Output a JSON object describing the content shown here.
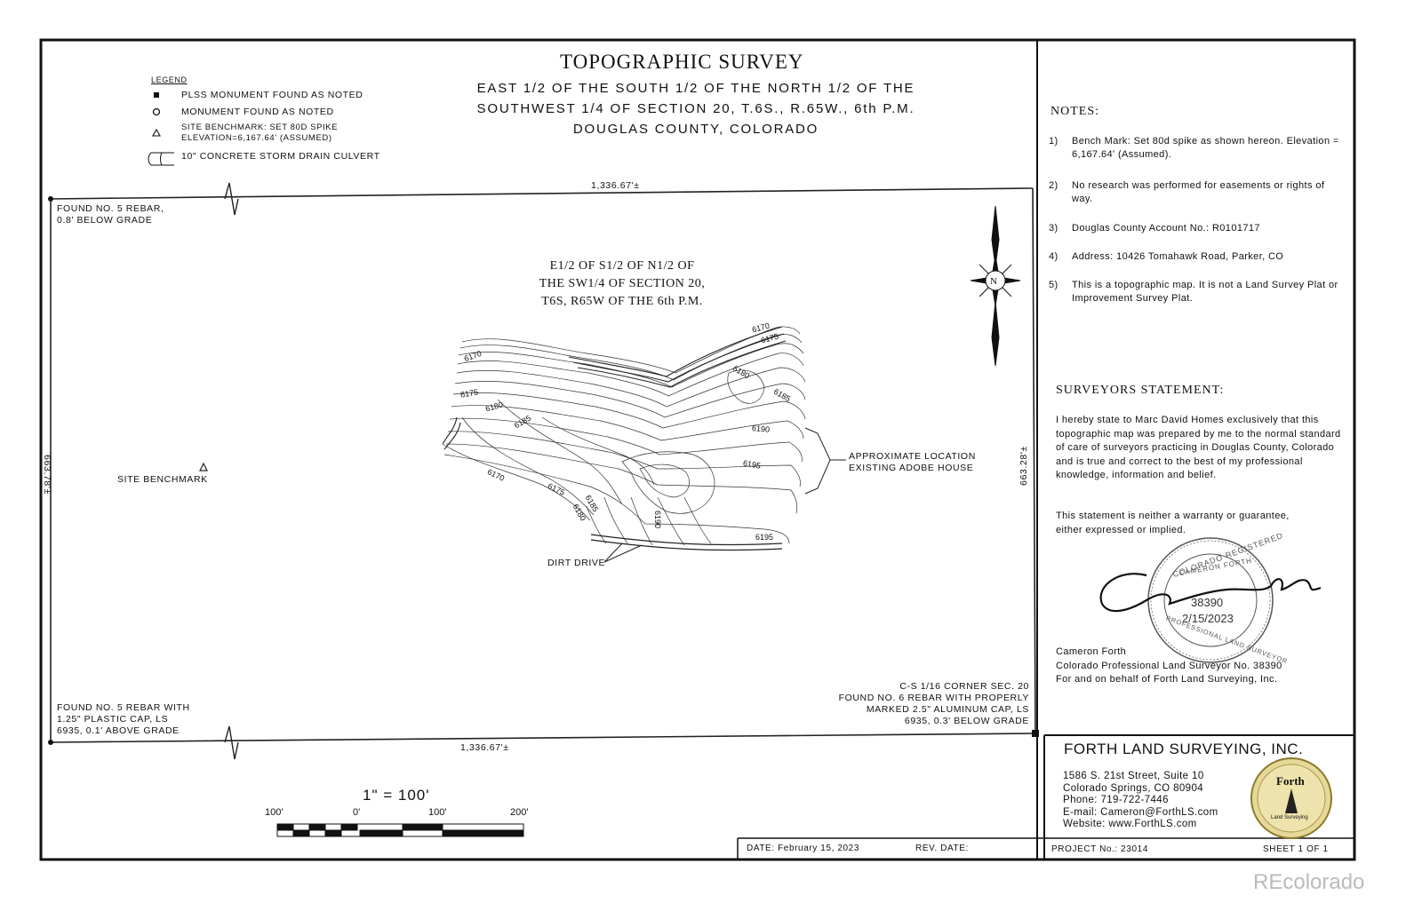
{
  "header": {
    "title": "TOPOGRAPHIC SURVEY",
    "subtitle_lines": [
      "EAST 1/2 OF THE SOUTH 1/2 OF THE NORTH 1/2 OF THE",
      "SOUTHWEST 1/4 OF SECTION 20, T.6S., R.65W., 6th P.M.",
      "DOUGLAS COUNTY, COLORADO"
    ]
  },
  "legend": {
    "heading": "LEGEND",
    "items": [
      {
        "icon": "filled-square-icon",
        "label": "PLSS MONUMENT FOUND AS NOTED"
      },
      {
        "icon": "circle-dot-icon",
        "label": "MONUMENT FOUND AS NOTED"
      },
      {
        "icon": "triangle-icon",
        "label": "SITE BENCHMARK: SET 80D SPIKE",
        "label2": "ELEVATION=6,167.64' (ASSUMED)"
      },
      {
        "icon": "culvert-icon",
        "label": "10\" CONCRETE STORM DRAIN CULVERT"
      }
    ]
  },
  "map": {
    "top_dimension": "1,336.67'±",
    "bottom_dimension": "1,336.67'±",
    "left_dimension": "663.78'±",
    "right_dimension": "663.28'±",
    "parcel_label_lines": [
      "E1/2 OF S1/2 OF N1/2 OF",
      "THE SW1/4 OF SECTION 20,",
      "T6S, R65W OF THE 6th P.M."
    ],
    "nw_corner_note": [
      "FOUND NO. 5 REBAR,",
      "0.8' BELOW GRADE"
    ],
    "sw_corner_note": [
      "FOUND NO. 5 REBAR WITH",
      "1.25\" PLASTIC CAP, LS",
      "6935, 0.1' ABOVE GRADE"
    ],
    "se_corner_note": [
      "C-S 1/16 CORNER SEC. 20",
      "FOUND NO. 6 REBAR WITH PROPERLY",
      "MARKED 2.5\" ALUMINUM CAP, LS",
      "6935, 0.3' BELOW GRADE"
    ],
    "benchmark_label": "SITE BENCHMARK",
    "house_label": [
      "APPROXIMATE LOCATION",
      "EXISTING ADOBE HOUSE"
    ],
    "drive_label": "DIRT DRIVE",
    "contour_labels": [
      "6170",
      "6175",
      "6180",
      "6185",
      "6170",
      "6175",
      "6180",
      "6185",
      "6170",
      "6175",
      "6180",
      "6185",
      "6190",
      "6195",
      "6190",
      "6195"
    ],
    "north_arrow_icon": "north-arrow-icon"
  },
  "scale": {
    "text": "1\" = 100'",
    "ticks": [
      "100'",
      "0'",
      "100'",
      "200'"
    ]
  },
  "notes": {
    "heading": "NOTES:",
    "items": [
      {
        "num": "1)",
        "text": "Bench Mark: Set 80d spike as shown hereon. Elevation = 6,167.64' (Assumed)."
      },
      {
        "num": "2)",
        "text": "No research was performed for easements or rights of way."
      },
      {
        "num": "3)",
        "text": "Douglas County Account No.: R0101717"
      },
      {
        "num": "4)",
        "text": "Address: 10426 Tomahawk Road, Parker, CO"
      },
      {
        "num": "5)",
        "text": "This is a topographic map. It is not a Land Survey Plat or Improvement Survey Plat."
      }
    ]
  },
  "statement": {
    "heading": "SURVEYORS STATEMENT:",
    "para1": "I hereby state to Marc David Homes exclusively that this topographic map was prepared by me to the normal standard of care of surveyors practicing in Douglas County, Colorado and is true and correct to the best of my professional knowledge, information and belief.",
    "para2": "This statement is neither a warranty or guarantee, either expressed or implied.",
    "seal_top": "COLORADO REGISTERED",
    "seal_name": "CAMERON FORTH",
    "seal_bottom": "PROFESSIONAL LAND SURVEYOR",
    "seal_number": "38390",
    "seal_date": "2/15/2023",
    "signer_lines": [
      "Cameron Forth",
      "Colorado Professional Land Surveyor No. 38390",
      "For and on behalf of Forth Land Surveying, Inc."
    ]
  },
  "company": {
    "name": "FORTH LAND SURVEYING, INC.",
    "address_lines": [
      "1586 S. 21st Street, Suite 10",
      "Colorado Springs, CO 80904",
      "Phone: 719-722-7446",
      "E-mail: Cameron@ForthLS.com",
      "Website: www.ForthLS.com"
    ],
    "logo_top": "Forth",
    "logo_bottom": "Land Surveying"
  },
  "footer": {
    "date": "DATE: February 15, 2023",
    "rev": "REV. DATE:",
    "project": "PROJECT No.: 23014",
    "sheet": "SHEET 1 OF 1"
  },
  "watermark": "REcolorado"
}
